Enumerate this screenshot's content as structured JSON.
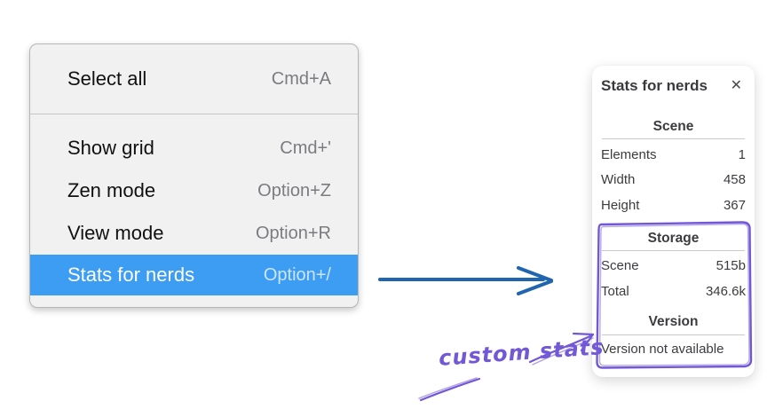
{
  "colors": {
    "menu-bg": "#f1f1f2",
    "menu-border": "#b6b7b9",
    "menu-divider": "#c5c6c8",
    "menu-text": "#111111",
    "shortcut-text": "#7c7c80",
    "highlight": "#3d9df2",
    "highlight-text": "#ffffff",
    "highlight-shortcut": "#cde5fb",
    "panel-text": "#3c3c40",
    "panel-divider": "#c7cbd0",
    "arrow-blue": "#2065ad",
    "annotation-purple": "#7258d5"
  },
  "context_menu": {
    "items": [
      {
        "label": "Select all",
        "shortcut": "Cmd+A"
      },
      {
        "label": "Show grid",
        "shortcut": "Cmd+'"
      },
      {
        "label": "Zen mode",
        "shortcut": "Option+Z"
      },
      {
        "label": "View mode",
        "shortcut": "Option+R"
      },
      {
        "label": "Stats for nerds",
        "shortcut": "Option+/",
        "selected": true
      }
    ]
  },
  "stats_panel": {
    "title": "Stats for nerds",
    "close_icon": "✕",
    "sections": [
      {
        "heading": "Scene",
        "rows": [
          {
            "label": "Elements",
            "value": "1"
          },
          {
            "label": "Width",
            "value": "458"
          },
          {
            "label": "Height",
            "value": "367"
          }
        ]
      },
      {
        "heading": "Storage",
        "rows": [
          {
            "label": "Scene",
            "value": "515b"
          },
          {
            "label": "Total",
            "value": "346.6k"
          }
        ]
      },
      {
        "heading": "Version",
        "note": "Version not available"
      }
    ]
  },
  "annotation": {
    "label": "custom stats"
  }
}
